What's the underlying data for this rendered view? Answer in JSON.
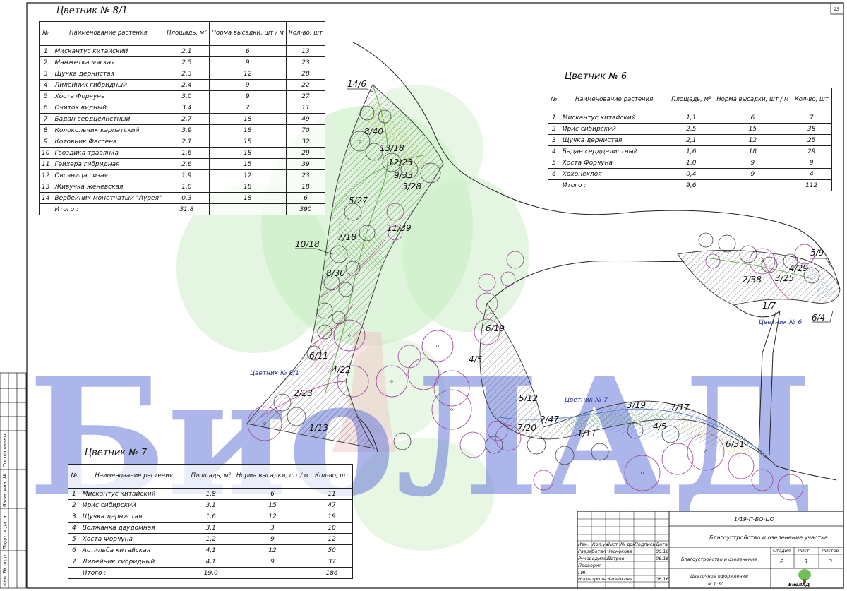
{
  "sheet_number": "23",
  "watermark": "БиоЛАД",
  "tables": {
    "t81": {
      "title": "Цветник № 8/1",
      "headers": [
        "№",
        "Наименование растения",
        "Площадь, м²",
        "Норма высадки, шт / м",
        "Кол-во, шт"
      ],
      "rows": [
        [
          "1",
          "Мискантус китайский",
          "2,1",
          "6",
          "13"
        ],
        [
          "2",
          "Манжетка мягкая",
          "2,5",
          "9",
          "23"
        ],
        [
          "3",
          "Щучка дернистая",
          "2,3",
          "12",
          "28"
        ],
        [
          "4",
          "Лилейник гибридный",
          "2,4",
          "9",
          "22"
        ],
        [
          "5",
          "Хоста Форчуна",
          "3,0",
          "9",
          "27"
        ],
        [
          "6",
          "Очиток видный",
          "3,4",
          "7",
          "11"
        ],
        [
          "7",
          "Бадан сердцелистный",
          "2,7",
          "18",
          "49"
        ],
        [
          "8",
          "Колокольчик карпатский",
          "3,9",
          "18",
          "70"
        ],
        [
          "9",
          "Котовник Фассена",
          "2,1",
          "15",
          "32"
        ],
        [
          "10",
          "Гвоздика травянка",
          "1,6",
          "18",
          "29"
        ],
        [
          "11",
          "Гейхера гибридная",
          "2,6",
          "15",
          "39"
        ],
        [
          "12",
          "Овсяница сизая",
          "1,9",
          "12",
          "23"
        ],
        [
          "13",
          "Живучка женевская",
          "1,0",
          "18",
          "18"
        ],
        [
          "14",
          "Вербейник монетчатый \"Аурея\"",
          "0,3",
          "18",
          "6"
        ]
      ],
      "total": [
        "",
        "Итого :",
        "31,8",
        "",
        "390"
      ]
    },
    "t6": {
      "title": "Цветник № 6",
      "headers": [
        "№",
        "Наименование растения",
        "Площадь, м²",
        "Норма высадки, шт / м",
        "Кол-во, шт"
      ],
      "rows": [
        [
          "1",
          "Мискантус китайский",
          "1,1",
          "6",
          "7"
        ],
        [
          "2",
          "Ирис сибирский",
          "2,5",
          "15",
          "38"
        ],
        [
          "3",
          "Щучка дернистая",
          "2,1",
          "12",
          "25"
        ],
        [
          "4",
          "Бадан сердцелистный",
          "1,6",
          "18",
          "29"
        ],
        [
          "5",
          "Хоста Форчуна",
          "1,0",
          "9",
          "9"
        ],
        [
          "6",
          "Хохонехлоя",
          "0,4",
          "9",
          "4"
        ]
      ],
      "total": [
        "",
        "Итого :",
        "9,6",
        "",
        "112"
      ]
    },
    "t7": {
      "title": "Цветник № 7",
      "headers": [
        "№",
        "Наименование растения",
        "Площадь, м²",
        "Норма высадки, шт / м",
        "Кол-во, шт"
      ],
      "rows": [
        [
          "1",
          "Мискантус китайский",
          "1,8",
          "6",
          "11"
        ],
        [
          "2",
          "Ирис сибирский",
          "3,1",
          "15",
          "47"
        ],
        [
          "3",
          "Щучка дернистая",
          "1,6",
          "12",
          "19"
        ],
        [
          "4",
          "Волжанка двудомная",
          "3,1",
          "3",
          "10"
        ],
        [
          "5",
          "Хоста Форчуна",
          "1,2",
          "9",
          "12"
        ],
        [
          "6",
          "Астильба китайская",
          "4,1",
          "12",
          "50"
        ],
        [
          "7",
          "Лилейник гибридный",
          "4,1",
          "9",
          "37"
        ]
      ],
      "total": [
        "",
        "Итого :",
        "19,0",
        "",
        "186"
      ]
    }
  },
  "plan_labels": [
    "14/6",
    "8/40",
    "13/18",
    "12/23",
    "9/33",
    "3/28",
    "5/27",
    "11/39",
    "10/18",
    "7/18",
    "8/30",
    "6/11",
    "4/22",
    "2/23",
    "1/13",
    "6/19",
    "4/5",
    "5/12",
    "7/20",
    "2/47",
    "1/11",
    "3/19",
    "7/17",
    "4/5",
    "6/31",
    "5/9",
    "4/29",
    "2/38",
    "3/25",
    "1/7",
    "6/4"
  ],
  "bed_labels": [
    "Цветник № 8/1",
    "Цветник № 7",
    "Цветник № 6"
  ],
  "title_block": {
    "code": "1/19-П-БО-ЦО",
    "project": "Благоустройство и озеленение участка",
    "section": "Благоустройство и озеленение",
    "drawing": "Цветочное оформление",
    "scale": "М 1:50",
    "col_headers": [
      "Изм.",
      "Кол.уч",
      "Лист",
      "№ док.",
      "Подпись",
      "Дата"
    ],
    "stage_headers": [
      "Стадия",
      "Лист",
      "Листов"
    ],
    "stage_values": [
      "Р",
      "3",
      "3"
    ],
    "roles": [
      {
        "role": "Разработал",
        "name": "Чеснокова",
        "date": "06.16"
      },
      {
        "role": "Руководитель",
        "name": "Петров",
        "date": "06.16"
      },
      {
        "role": "Проверил",
        "name": "",
        "date": ""
      },
      {
        "role": "ГИП",
        "name": "",
        "date": ""
      },
      {
        "role": "Н.контроль",
        "name": "Чеснокова",
        "date": "06.16"
      }
    ],
    "logo_text": "БиоЛАД"
  },
  "side_stamp": [
    "Инв. № подл.",
    "Подп. и дата",
    "Взам. инв. №",
    "Согласовано"
  ]
}
